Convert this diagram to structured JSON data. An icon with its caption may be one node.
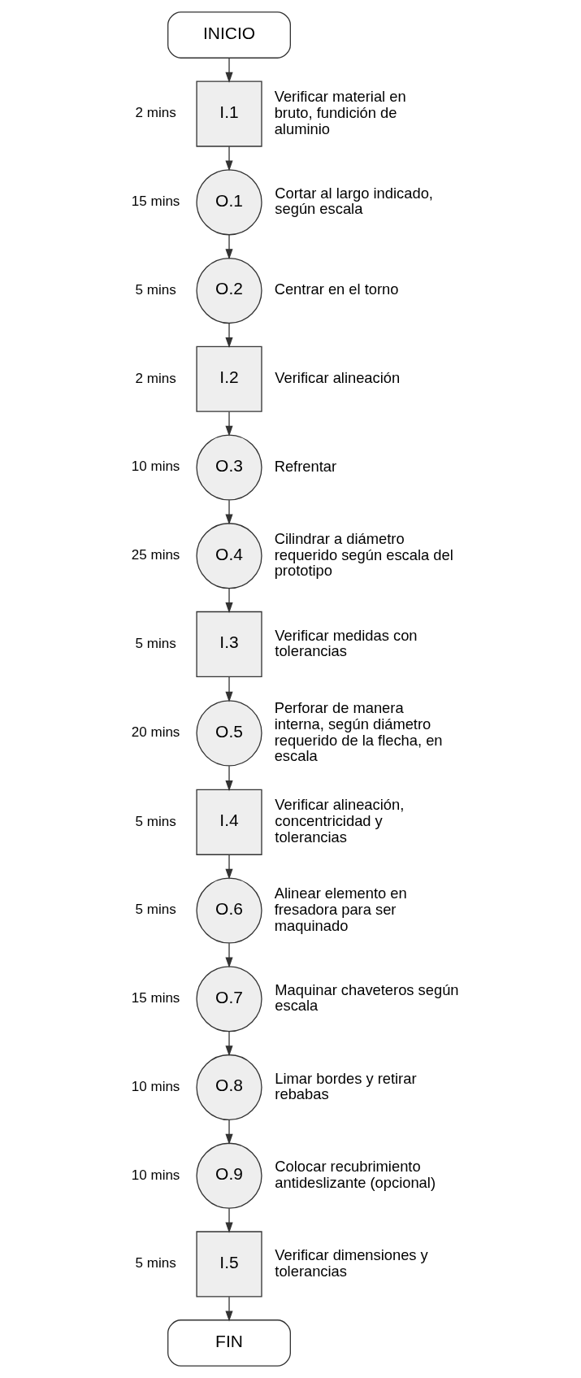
{
  "diagram": {
    "nodes": [
      {
        "text": [
          "INICIO"
        ]
      },
      {
        "text": [
          "I.1"
        ],
        "beside": [
          "2 mins",
          "Verificar material en bruto, fundición de aluminio"
        ]
      },
      {
        "text": [
          "O.1"
        ],
        "beside": [
          "15 mins",
          "Cortar al largo indicado, según escala"
        ]
      },
      {
        "text": [
          "O.2"
        ],
        "beside": [
          "5 mins",
          "Centrar en el torno"
        ]
      },
      {
        "text": [
          "I.2"
        ],
        "beside": [
          "2 mins",
          "Verificar alineación"
        ]
      },
      {
        "text": [
          "O.3"
        ],
        "beside": [
          "10 mins",
          "Refrentar"
        ]
      },
      {
        "text": [
          "O.4"
        ],
        "beside": [
          "25 mins",
          "Cilindrar a diámetro requerido según escala del prototipo"
        ]
      },
      {
        "text": [
          "I.3"
        ],
        "beside": [
          "5 mins",
          "Verificar medidas con tolerancias"
        ]
      },
      {
        "text": [
          "O.5"
        ],
        "beside": [
          "20 mins",
          "Perforar de manera interna, según diámetro requerido de la flecha, en escala"
        ]
      },
      {
        "text": [
          "I.4"
        ],
        "beside": [
          "5 mins",
          "Verificar alineación, concentricidad y tolerancias"
        ]
      },
      {
        "text": [
          "O.6"
        ],
        "beside": [
          "5 mins",
          "Alinear elemento en fresadora para ser maquinado"
        ]
      },
      {
        "text": [
          "O.7"
        ],
        "beside": [
          "15 mins",
          "Maquinar chaveteros según escala"
        ]
      },
      {
        "text": [
          "O.8"
        ],
        "beside": [
          "10 mins",
          "Limar bordes y retirar rebabas"
        ]
      },
      {
        "text": [
          "O.9"
        ],
        "beside": [
          "10 mins",
          "Colocar recubrimiento antideslizante (opcional)"
        ]
      },
      {
        "text": [
          "I.5"
        ],
        "beside": [
          "5 mins",
          "Verificar dimensiones y tolerancias"
        ]
      },
      {
        "text": [
          "FIN"
        ]
      }
    ],
    "edges": [
      {
        "from": 0,
        "to": 1,
        "arrow": "to"
      },
      {
        "from": 1,
        "to": 2,
        "arrow": "to"
      },
      {
        "from": 2,
        "to": 3,
        "arrow": "to"
      },
      {
        "from": 3,
        "to": 4,
        "arrow": "to"
      },
      {
        "from": 4,
        "to": 5,
        "arrow": "to"
      },
      {
        "from": 5,
        "to": 6,
        "arrow": "to"
      },
      {
        "from": 6,
        "to": 7,
        "arrow": "to"
      },
      {
        "from": 7,
        "to": 8,
        "arrow": "to"
      },
      {
        "from": 8,
        "to": 9,
        "arrow": "to"
      },
      {
        "from": 9,
        "to": 10,
        "arrow": "to"
      },
      {
        "from": 10,
        "to": 11,
        "arrow": "to"
      },
      {
        "from": 11,
        "to": 12,
        "arrow": "to"
      },
      {
        "from": 12,
        "to": 13,
        "arrow": "to"
      },
      {
        "from": 13,
        "to": 14,
        "arrow": "to"
      },
      {
        "from": 14,
        "to": 15,
        "arrow": "to"
      }
    ]
  }
}
